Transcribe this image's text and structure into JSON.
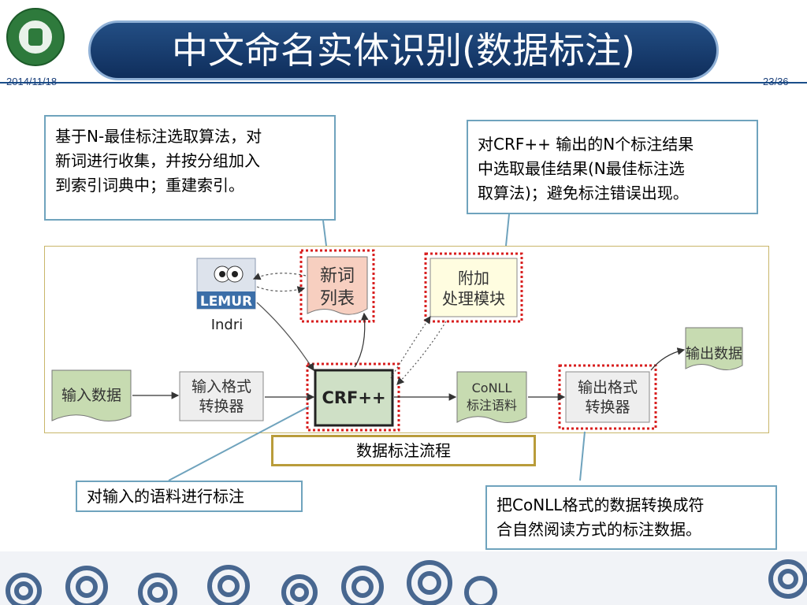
{
  "header": {
    "title": "中文命名实体识别(数据标注)",
    "date": "2014/11/18",
    "page": "23/36"
  },
  "notes": {
    "top_left": [
      "基于N-最佳标注选取算法，对",
      "新词进行收集，并按分组加入",
      "到索引词典中；重建索引。"
    ],
    "top_right": [
      "对CRF++ 输出的N个标注结果",
      "中选取最佳结果(N最佳标注选",
      "取算法)；避免标注错误出现。"
    ],
    "bottom_left": "对输入的语料进行标注",
    "bottom_right": [
      "把CoNLL格式的数据转换成符",
      "合自然阅读方式的标注数据。"
    ]
  },
  "diagram": {
    "input_data": "输入数据",
    "input_converter": [
      "输入格式",
      "转换器"
    ],
    "crf": "CRF++",
    "conll": [
      "CoNLL",
      "标注语料"
    ],
    "output_converter": [
      "输出格式",
      "转换器"
    ],
    "output_data": "输出数据",
    "new_words": [
      "新词",
      "列表"
    ],
    "addon": [
      "附加",
      "处理模块"
    ],
    "lemur_logo": "LEMUR",
    "indri": "Indri",
    "caption": "数据标注流程"
  },
  "colors": {
    "title_bar": "#1a3f75",
    "note_border": "#6fa3bd",
    "green_doc": "#c7dbb1",
    "gray_box": "#eeeeee",
    "pink_doc": "#f7cfc0",
    "yellow_box": "#fffde0",
    "dotted_red": "#d81f1f",
    "caption_border": "#b99c3a",
    "wave_blue": "#2b4f7f"
  }
}
